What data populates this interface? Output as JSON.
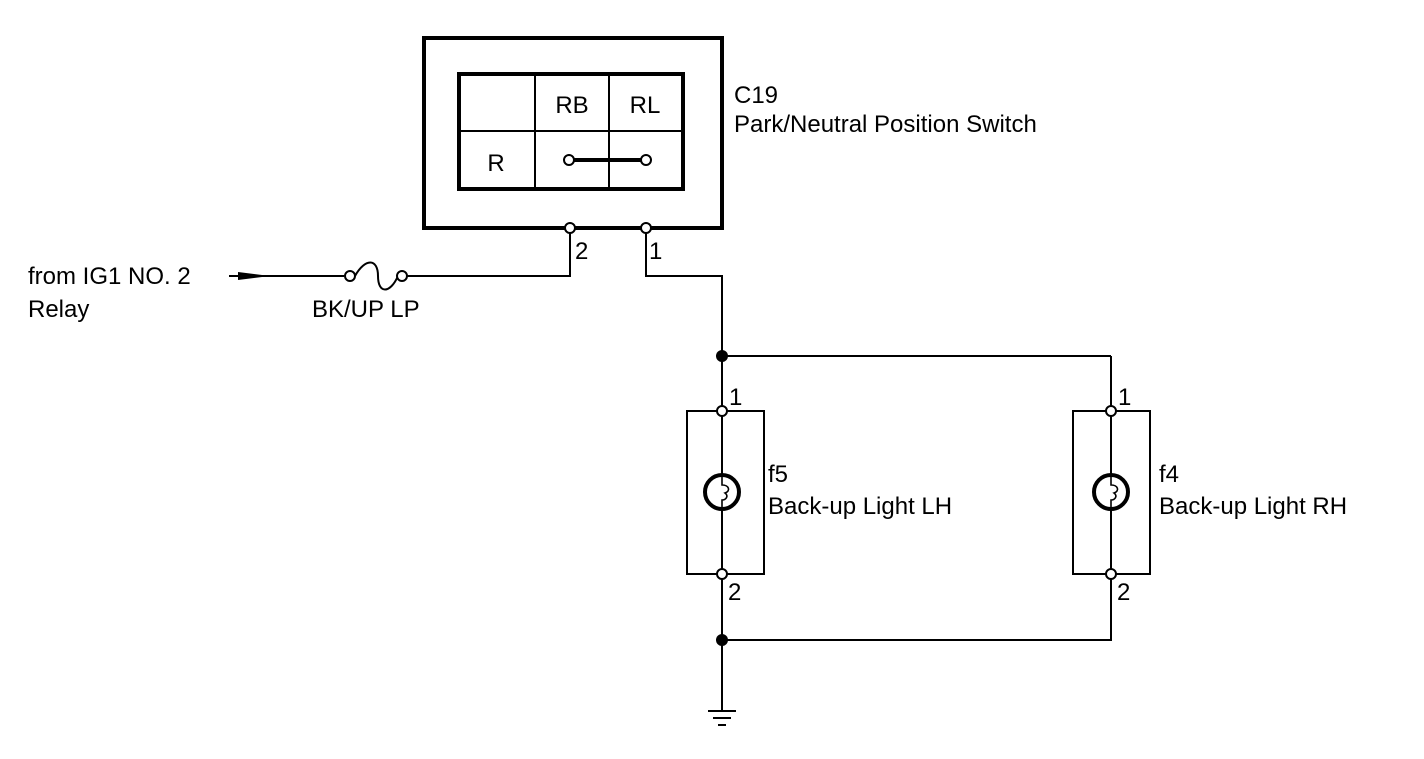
{
  "switch": {
    "code": "C19",
    "name": "Park/Neutral Position Switch",
    "col_labels": [
      "RB",
      "RL"
    ],
    "row_label": "R",
    "pins": [
      "2",
      "1"
    ]
  },
  "source": {
    "line1": "from IG1 NO. 2",
    "line2": "Relay"
  },
  "fuse": {
    "label": "BK/UP LP"
  },
  "lamps": [
    {
      "code": "f5",
      "name": "Back-up Light LH",
      "pin_top": "1",
      "pin_bottom": "2"
    },
    {
      "code": "f4",
      "name": "Back-up Light RH",
      "pin_top": "1",
      "pin_bottom": "2"
    }
  ]
}
